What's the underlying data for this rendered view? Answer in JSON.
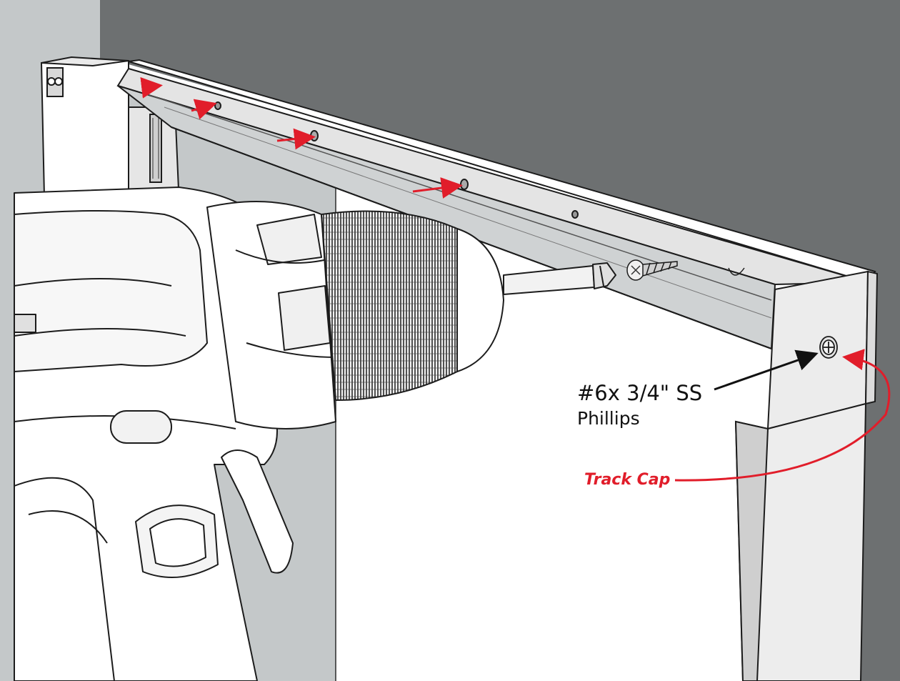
{
  "callouts": {
    "screw_label_line1": "#6x 3/4\" SS",
    "screw_label_line2": "Phillips",
    "track_cap_label": "Track Cap"
  },
  "colors": {
    "wall_dark": "#6d7071",
    "wall_light": "#c4c8c9",
    "outline": "#1c1c1c",
    "arrow_red": "#e11d2a",
    "arrow_black": "#111111"
  },
  "icons": {
    "drill": "cordless-drill-icon",
    "screw": "screw-icon",
    "screw_head": "phillips-screw-head-icon"
  }
}
